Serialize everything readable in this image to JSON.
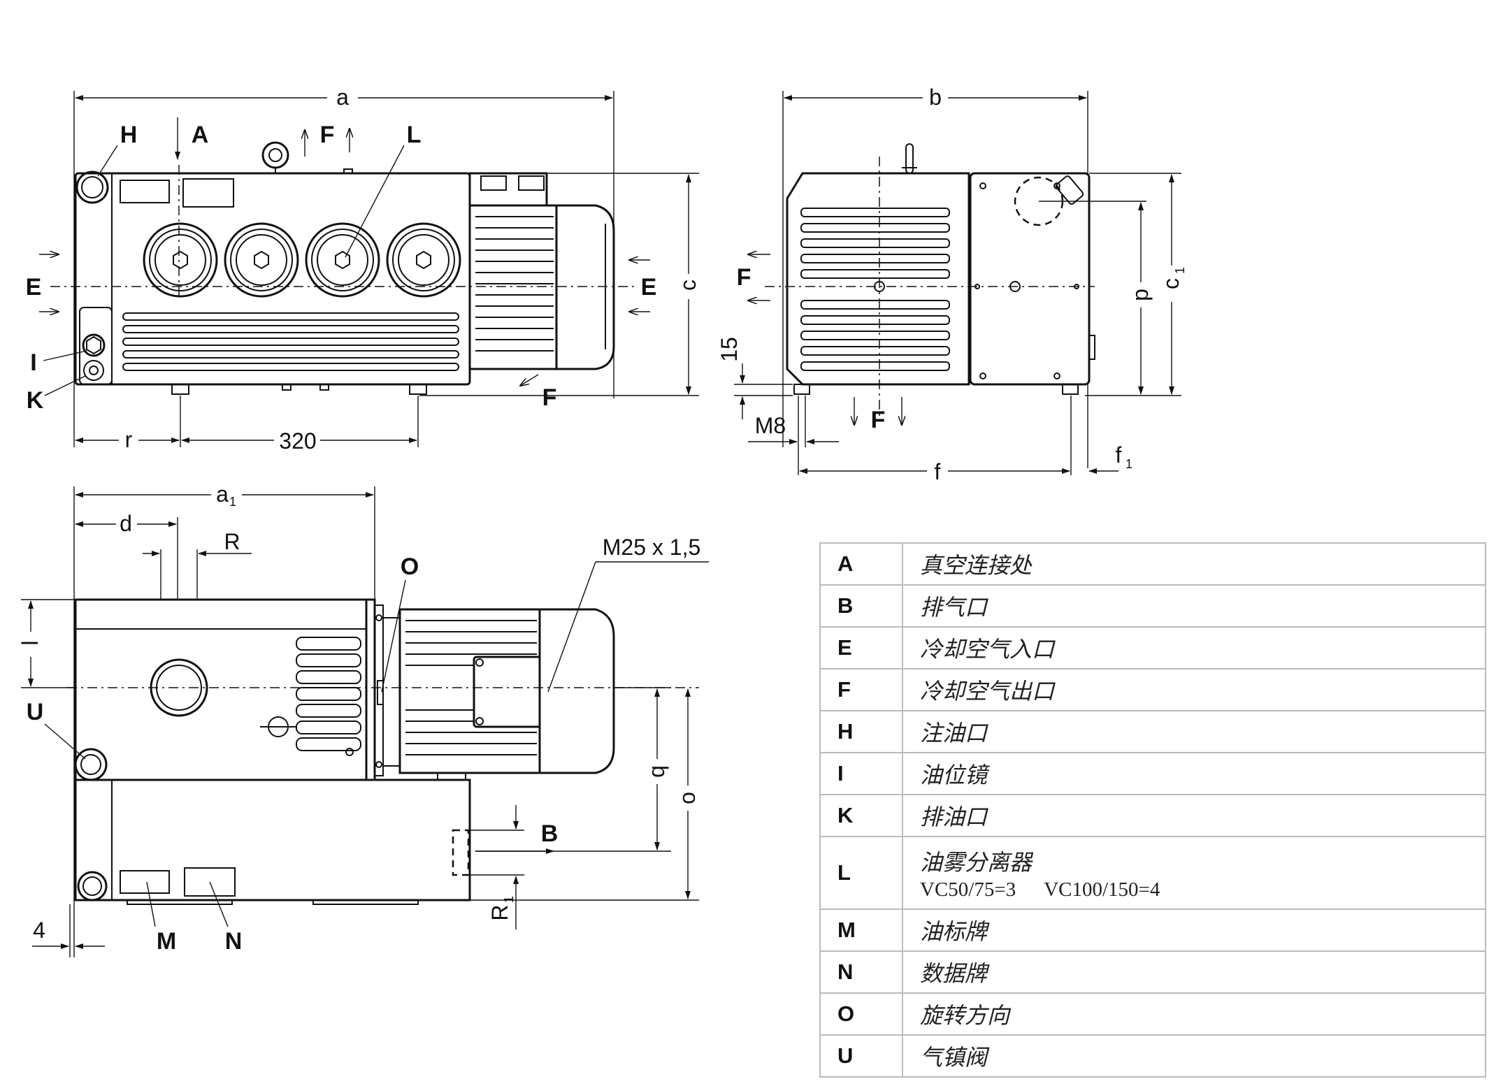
{
  "drawing": {
    "dimensions": {
      "a": "a",
      "a1": "a",
      "a1_sub": "1",
      "b": "b",
      "c": "c",
      "c1": "c",
      "c1_sub": "1",
      "d": "d",
      "f": "f",
      "f1": "f",
      "f1_sub": "1",
      "l": "l",
      "o": "o",
      "p": "p",
      "q": "q",
      "r": "r",
      "R": "R",
      "R1": "R",
      "R1_sub": "1",
      "len_320": "320",
      "len_15": "15",
      "len_4": "4",
      "thread_M8": "M8",
      "thread_M25": "M25 x 1,5"
    },
    "markers": {
      "A": "A",
      "B": "B",
      "E": "E",
      "F": "F",
      "H": "H",
      "I": "I",
      "K": "K",
      "L": "L",
      "M": "M",
      "N": "N",
      "O": "O",
      "U": "U"
    }
  },
  "legend": {
    "rows": [
      {
        "key": "A",
        "text": "真空连接处"
      },
      {
        "key": "B",
        "text": "排气口"
      },
      {
        "key": "E",
        "text": "冷却空气入口"
      },
      {
        "key": "F",
        "text": "冷却空气出口"
      },
      {
        "key": "H",
        "text": "注油口"
      },
      {
        "key": "I",
        "text": "油位镜"
      },
      {
        "key": "K",
        "text": "排油口"
      },
      {
        "key": "L",
        "text": "油雾分离器",
        "sub1": "VC50/75=3",
        "sub2": "VC100/150=4"
      },
      {
        "key": "M",
        "text": "油标牌"
      },
      {
        "key": "N",
        "text": "数据牌"
      },
      {
        "key": "O",
        "text": "旋转方向"
      },
      {
        "key": "U",
        "text": "气镇阀"
      }
    ]
  }
}
